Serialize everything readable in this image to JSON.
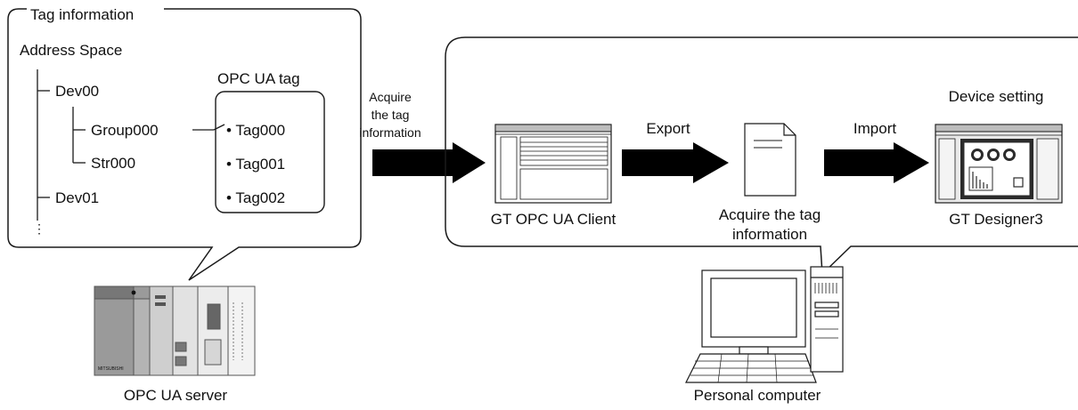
{
  "tag_panel": {
    "legend": "Tag information",
    "root": "Address Space",
    "dev00": "Dev00",
    "group000": "Group000",
    "str000": "Str000",
    "dev01": "Dev01",
    "ellipsis": "⋮",
    "tag_box_title": "OPC UA tag",
    "tags": [
      "• Tag000",
      "• Tag001",
      "• Tag002"
    ]
  },
  "flow": {
    "acquire_arrow_label": [
      "Acquire",
      "the tag",
      "information"
    ],
    "client_label": "GT OPC UA Client",
    "export_label": "Export",
    "document_label": [
      "Acquire the tag",
      "information"
    ],
    "import_label": "Import",
    "device_setting_label": "Device setting",
    "designer_label": "GT Designer3"
  },
  "devices": {
    "server_label": "OPC UA server",
    "plc_brand": "MITSUBISHI",
    "pc_label": "Personal computer"
  },
  "colors": {
    "stroke": "#1a1a1a",
    "arrow": "#000000",
    "window_fill": "#e9e9e9",
    "hmi_dark": "#2b2b2b"
  }
}
